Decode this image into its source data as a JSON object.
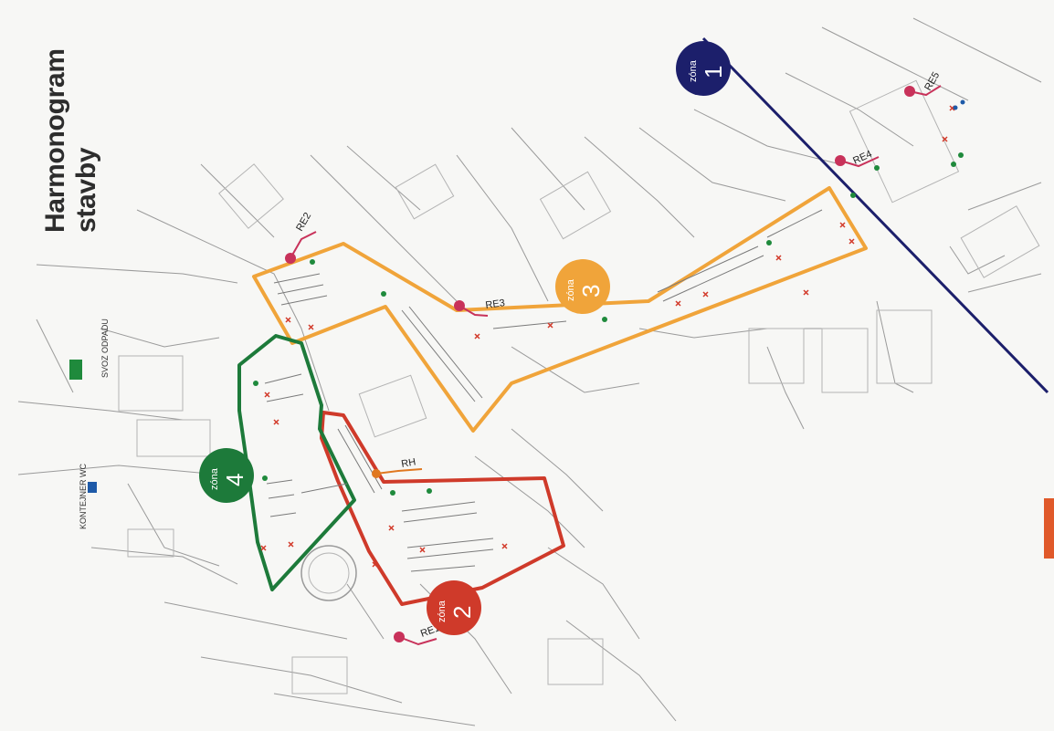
{
  "title": {
    "line1": "Harmonogram",
    "line2": "stavby"
  },
  "legend": {
    "waste": {
      "label": "SVOZ ODPADU",
      "color": "#1f8a3c"
    },
    "wc": {
      "label": "KONTEJNER WC",
      "color": "#1e5aa8"
    }
  },
  "zones": [
    {
      "id": "zone-1",
      "word": "zóna",
      "number": "1",
      "color": "#1c1f6b"
    },
    {
      "id": "zone-2",
      "word": "zóna",
      "number": "2",
      "color": "#cf3a2a"
    },
    {
      "id": "zone-3",
      "word": "zóna",
      "number": "3",
      "color": "#f0a43a"
    },
    {
      "id": "zone-4",
      "word": "zóna",
      "number": "4",
      "color": "#1d7a3a"
    }
  ],
  "markers": {
    "re1": "RE1",
    "re2": "RE2",
    "re3": "RE3",
    "re4": "RE4",
    "re5": "RE5",
    "rh": "RH"
  },
  "marker_color": "#c8325a",
  "rh_color": "#e07820"
}
